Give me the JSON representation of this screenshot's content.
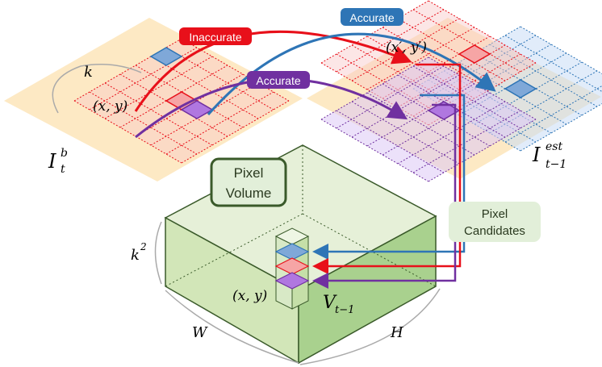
{
  "labels": {
    "inaccurate": "Inaccurate",
    "accurate_top": "Accurate",
    "accurate_mid": "Accurate",
    "pixel_volume_line1": "Pixel",
    "pixel_volume_line2": "Volume",
    "pixel_candidates_line1": "Pixel",
    "pixel_candidates_line2": "Candidates"
  },
  "math": {
    "k": "k",
    "xy_left": "(x, y)",
    "xy_right": "(x′, y′)",
    "xy_bottom": "(x, y)",
    "I_left": "I",
    "I_left_sub": "t",
    "I_left_sup": "b",
    "I_right": "I",
    "I_right_sub": "t−1",
    "I_right_sup": "est",
    "k2": "k",
    "k2_sup": "2",
    "V": "V",
    "V_sub": "t−1",
    "W": "W",
    "H": "H"
  },
  "colors": {
    "red": "#e8101a",
    "blue": "#2e75b6",
    "purple": "#7030a0",
    "plane": "#fde9c4",
    "box_top": "#e6f0d8",
    "box_left": "#d2e6b8",
    "box_right": "#a9d18e",
    "box_stroke": "#3a5a2a",
    "tag_green": "#e2efd9"
  }
}
